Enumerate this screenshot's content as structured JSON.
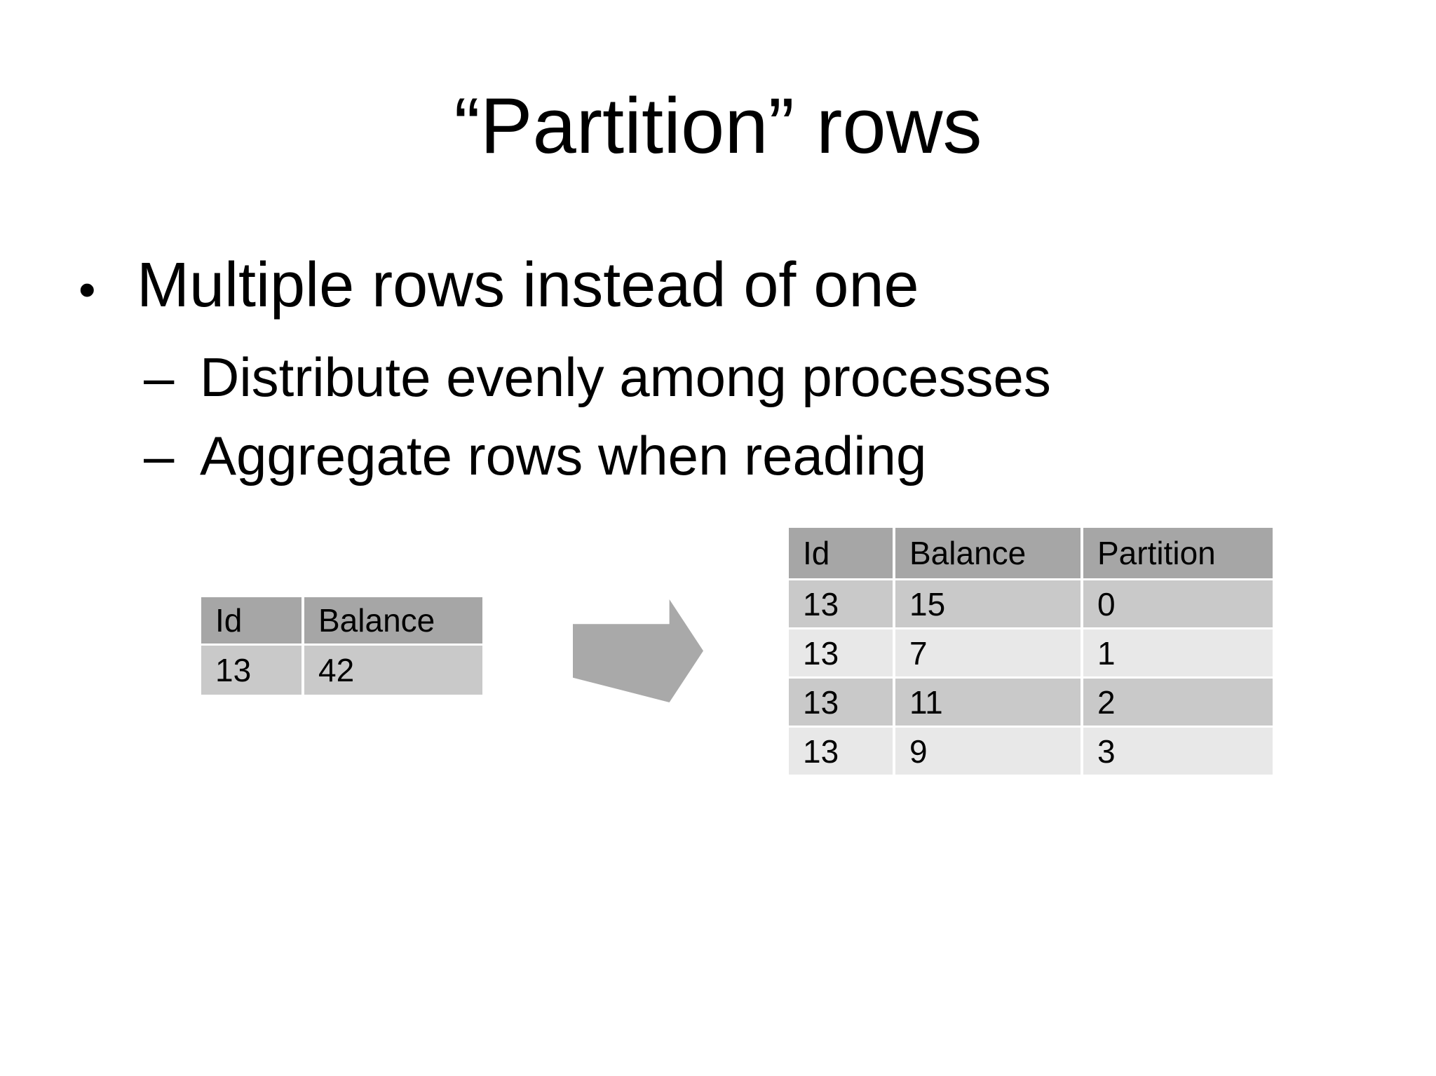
{
  "slide": {
    "title": "“Partition” rows",
    "bullet": {
      "marker": "•",
      "text": "Multiple rows instead of one"
    },
    "sub_bullets": [
      {
        "marker": "–",
        "text": "Distribute evenly among processes"
      },
      {
        "marker": "–",
        "text": "Aggregate rows when reading"
      }
    ]
  },
  "source_table": {
    "headers": [
      "Id",
      "Balance"
    ],
    "rows": [
      [
        "13",
        "42"
      ]
    ]
  },
  "result_table": {
    "headers": [
      "Id",
      "Balance",
      "Partition"
    ],
    "rows": [
      [
        "13",
        "15",
        "0"
      ],
      [
        "13",
        "7",
        "1"
      ],
      [
        "13",
        "11",
        "2"
      ],
      [
        "13",
        "9",
        "3"
      ]
    ]
  },
  "icons": {
    "transform_arrow": "right-block-arrow"
  },
  "colors": {
    "background": "#ffffff",
    "text": "#000000",
    "header_bg": "#a6a6a6",
    "row_dark": "#c9c9c9",
    "row_light": "#e8e8e8",
    "arrow": "#a9a9a9"
  }
}
